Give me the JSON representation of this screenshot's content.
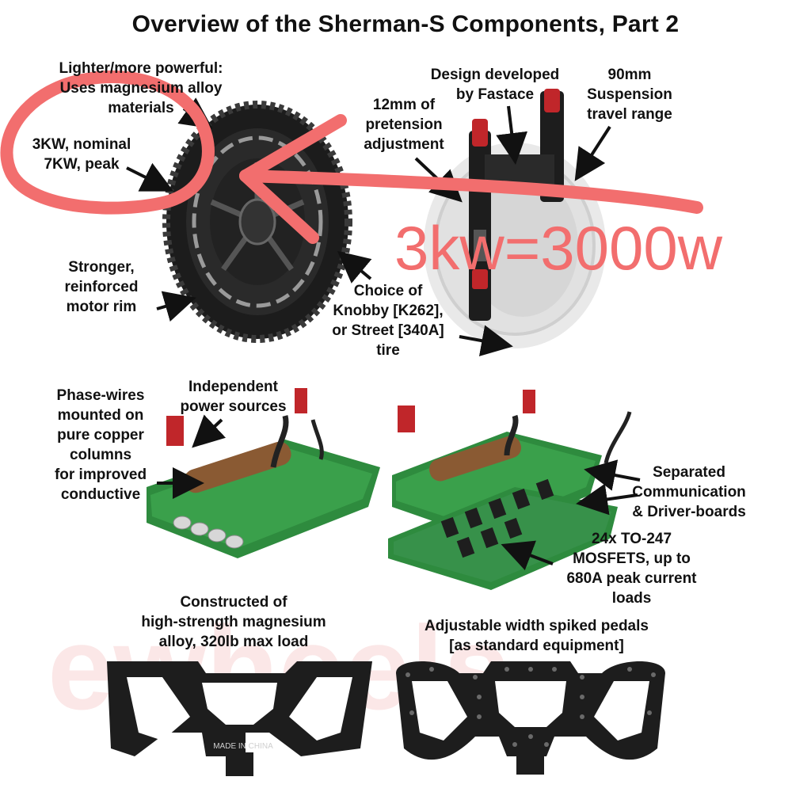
{
  "title": "Overview of the Sherman-S Components, Part 2",
  "labels": {
    "lighter": [
      "Lighter/more powerful:",
      "Uses magnesium alloy",
      "materials"
    ],
    "power": [
      "3KW, nominal",
      "7KW, peak"
    ],
    "rim": [
      "Stronger,",
      "reinforced",
      "motor rim"
    ],
    "design": [
      "Design developed",
      "by Fastace"
    ],
    "suspension": [
      "90mm",
      "Suspension",
      "travel range"
    ],
    "pretension": [
      "12mm of",
      "pretension",
      "adjustment"
    ],
    "tire": [
      "Choice of",
      "Knobby [K262],",
      "or Street [340A]",
      "tire"
    ],
    "phase": [
      "Phase-wires",
      "mounted on",
      "pure copper",
      "columns",
      "for improved",
      "conductive"
    ],
    "independent": [
      "Independent",
      "power sources"
    ],
    "separated": [
      "Separated",
      "Communication",
      "& Driver-boards"
    ],
    "mosfet": [
      "24x TO-247",
      "MOSFETS, up to",
      "680A peak current",
      "loads"
    ],
    "constructed": [
      "Constructed of",
      "high-strength magnesium",
      "alloy, 320lb max load"
    ],
    "pedals": [
      "Adjustable width spiked pedals",
      "[as standard equipment]"
    ]
  },
  "annotation": "3kw=3000w",
  "stamp": "MADE IN CHINA",
  "colors": {
    "annotation": "#f26e6e",
    "board": "#2e8b3e",
    "metal": "#1b1b1b"
  }
}
